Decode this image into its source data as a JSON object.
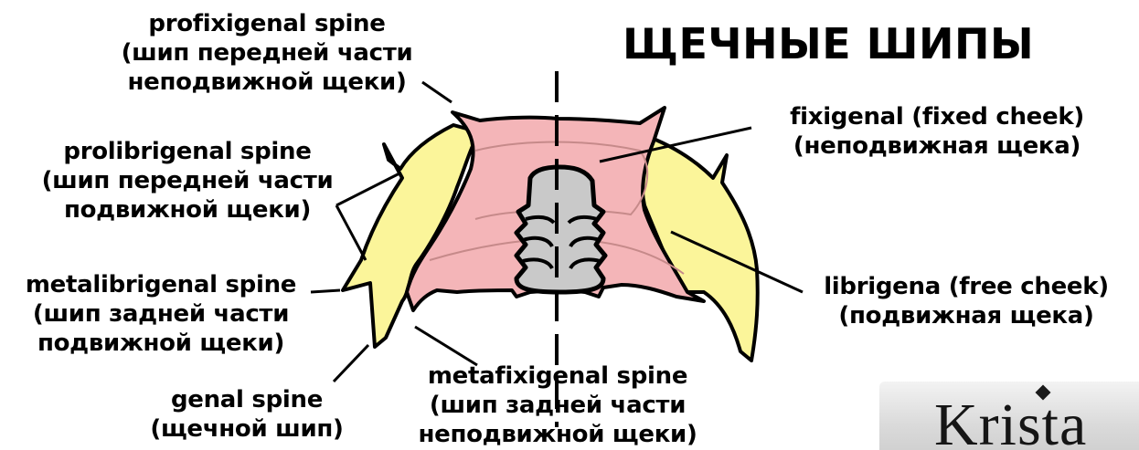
{
  "title": "ЩЕЧНЫЕ ШИПЫ",
  "labels": {
    "profixigenal": [
      "profixigenal spine",
      "(шип передней части",
      "неподвижной щеки)"
    ],
    "prolibrigenal": [
      "prolibrigenal spine",
      "(шип передней части",
      "подвижной щеки)"
    ],
    "metalibrigenal": [
      "metalibrigenal spine",
      "(шип задней части",
      "подвижной щеки)"
    ],
    "genal": [
      "genal spine",
      "(щечной шип)"
    ],
    "metafixigenal": [
      "metafixigenal spine",
      "(шип задней части",
      "неподвижной щеки)"
    ],
    "fixigenal": [
      "fixigenal (fixed cheek)",
      "(неподвижная щека)"
    ],
    "librigena": [
      "librigena (free cheek)",
      "(подвижная щека)"
    ]
  },
  "logo": {
    "text": "Krista"
  },
  "colors": {
    "fixed_cheek": "#f4b5b8",
    "fixed_cheek_inner": "#e89ba3",
    "free_cheek": "#fbf59a",
    "glabella": "#c9c9c9",
    "outline": "#000000"
  }
}
